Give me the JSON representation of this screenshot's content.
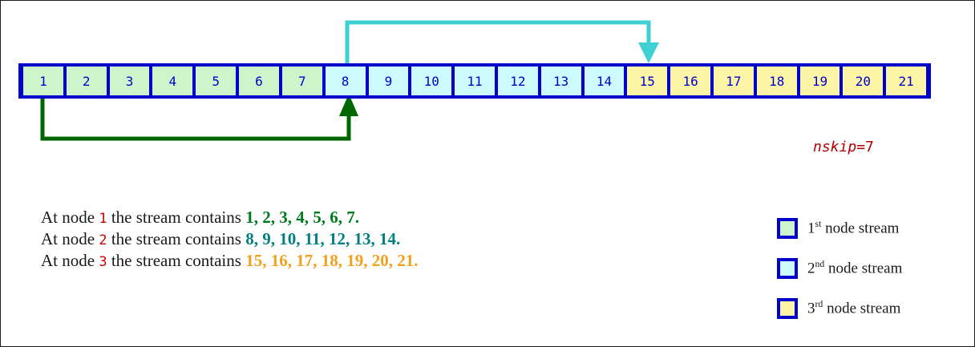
{
  "stream": {
    "cells": [
      {
        "value": "1",
        "group": "g1"
      },
      {
        "value": "2",
        "group": "g1"
      },
      {
        "value": "3",
        "group": "g1"
      },
      {
        "value": "4",
        "group": "g1"
      },
      {
        "value": "5",
        "group": "g1"
      },
      {
        "value": "6",
        "group": "g1"
      },
      {
        "value": "7",
        "group": "g1"
      },
      {
        "value": "8",
        "group": "g2"
      },
      {
        "value": "9",
        "group": "g2"
      },
      {
        "value": "10",
        "group": "g2"
      },
      {
        "value": "11",
        "group": "g2"
      },
      {
        "value": "12",
        "group": "g2"
      },
      {
        "value": "13",
        "group": "g2"
      },
      {
        "value": "14",
        "group": "g2"
      },
      {
        "value": "15",
        "group": "g3"
      },
      {
        "value": "16",
        "group": "g3"
      },
      {
        "value": "17",
        "group": "g3"
      },
      {
        "value": "18",
        "group": "g3"
      },
      {
        "value": "19",
        "group": "g3"
      },
      {
        "value": "20",
        "group": "g3"
      },
      {
        "value": "21",
        "group": "g3"
      }
    ]
  },
  "arrows": {
    "top_arrow": {
      "name": "skip-arrow-cyan",
      "color": "#3fd0d4",
      "from_cell": "8",
      "to_cell": "15",
      "direction": "down"
    },
    "bottom_arrow": {
      "name": "skip-arrow-green",
      "color": "#006600",
      "from_cell": "1",
      "to_cell": "8",
      "direction": "up"
    }
  },
  "nskip": {
    "variable": "nskip",
    "equals": "=7",
    "color": "#b00000"
  },
  "statements": [
    {
      "prefix": "At node ",
      "node": "1",
      "middle": " the stream contains ",
      "list": "1, 2, 3, 4, 5, 6, 7.",
      "color": "#007a1e"
    },
    {
      "prefix": "At node ",
      "node": "2",
      "middle": " the stream contains ",
      "list": "8, 9, 10, 11, 12, 13, 14.",
      "color": "#008080"
    },
    {
      "prefix": "At node ",
      "node": "3",
      "middle": " the stream contains ",
      "list": "15, 16, 17, 18, 19, 20, 21.",
      "color": "#f0a11e"
    }
  ],
  "legend": {
    "items": [
      {
        "ordinal": "1",
        "sup": "st",
        "label": " node stream",
        "group": "g1",
        "color": "#ccf5cc"
      },
      {
        "ordinal": "2",
        "sup": "nd",
        "label": " node stream",
        "group": "g2",
        "color": "#ccfaff"
      },
      {
        "ordinal": "3",
        "sup": "rd",
        "label": " node stream",
        "group": "g3",
        "color": "#fbf5a5"
      }
    ]
  },
  "colors": {
    "border_blue": "#0000cc",
    "group1": "#ccf5cc",
    "group2": "#ccfaff",
    "group3": "#fbf5a5",
    "cyan_arrow": "#3fd0d4",
    "green_arrow": "#006600",
    "red_text": "#b00000"
  }
}
